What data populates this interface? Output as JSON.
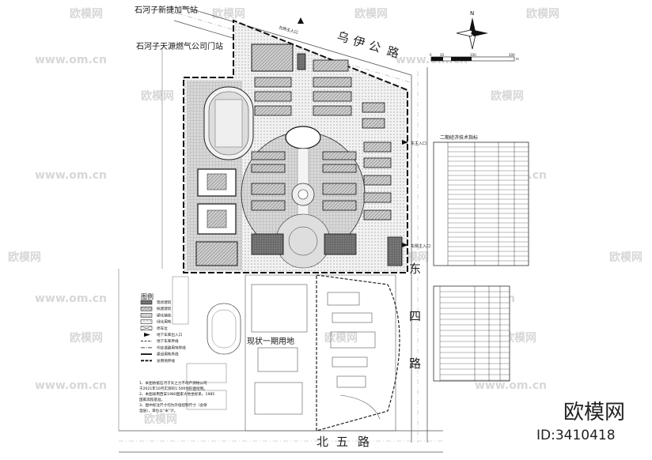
{
  "labels": {
    "top_station": "石河子新捷加气站",
    "gas_company": "石河子天源燃气公司门站",
    "existing_phase": "现状一期用地"
  },
  "roads": {
    "north_road": [
      "乌",
      "伊",
      "公",
      "路"
    ],
    "east_road": [
      "东",
      "四",
      "路"
    ],
    "south_road": [
      "北",
      "五",
      "路"
    ]
  },
  "entrances": {
    "east_main": "东主入口",
    "east_second": "东侧主入口",
    "north_main": "北侧主入口"
  },
  "scale": {
    "ticks": [
      "0",
      "20",
      "100",
      "200"
    ],
    "unit": "m"
  },
  "table": {
    "title": "二期经济技术指标"
  },
  "legend": {
    "title": "图例",
    "items": [
      {
        "label": "现状建筑",
        "pattern": "dark"
      },
      {
        "label": "拟建建筑",
        "pattern": "hatch"
      },
      {
        "label": "硬化铺装",
        "pattern": "grid"
      },
      {
        "label": "绿化用地",
        "pattern": "dots"
      },
      {
        "label": "停车位",
        "pattern": "cross"
      },
      {
        "label": "地下车库出入口",
        "pattern": "arrow"
      },
      {
        "label": "地下车库界线",
        "pattern": "dash"
      },
      {
        "label": "代征道路用地界线",
        "pattern": "dashdot"
      },
      {
        "label": "建设用地界线",
        "pattern": "thick"
      },
      {
        "label": "总用地界线",
        "pattern": "thickdash"
      }
    ]
  },
  "notes": [
    "1、本图依据石河子天之力不动产测绘公司",
    "  于2021年10月实测的1:500地形图绘制。",
    "2、本图采用西安1980国家大地坐标系，1985",
    "  国家高程基准。",
    "3、图中标注尺寸均为外墙控制尺寸（含保",
    "  温层），单位以“米”计。"
  ],
  "watermark": {
    "brand": "欧模网",
    "site": "www.om.cn",
    "id": "ID:3410418"
  },
  "compass": {
    "north": "N"
  }
}
